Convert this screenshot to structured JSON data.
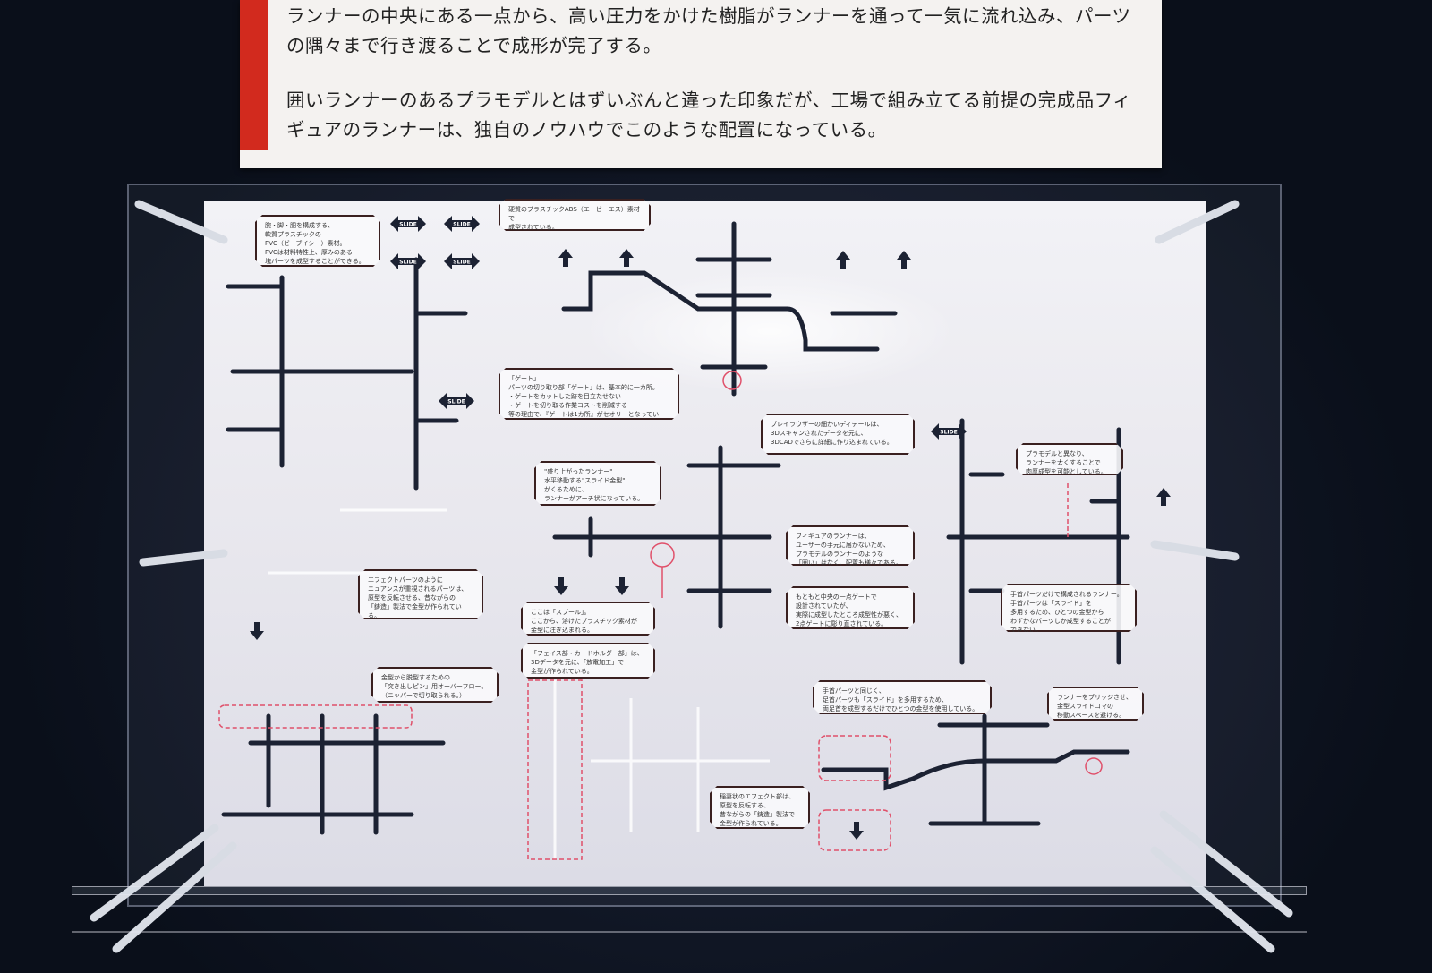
{
  "placard": {
    "paragraph_1": "ランナーの中央にある一点から、高い圧力をかけた樹脂がランナーを通って一気に流れ込み、パーツの隅々まで行き渡ることで成形が完了する。",
    "paragraph_2": "囲いランナーのあるプラモデルとはずいぶんと違った印象だが、工場で組み立てる前提の完成品フィギュアのランナーは、独自のノウハウでこのような配置になっている。",
    "accent_color": "#d22a1e"
  },
  "callouts": {
    "pvc": "腕・脚・胴を構成する、\n軟質プラスチックの\nPVC（ビーブイシー）素材。\nPVCは材料特性上、厚みのある\n塊パーツを成型することができる。",
    "abs": "硬質のプラスチックABS（エービーエス）素材で\n成型されている。",
    "gate": "「ゲート」\nパーツの切り取り部「ゲート」は、基本的に一カ所。\n・ゲートをカットした跡を目立たせない\n・ゲートを切り取る作業コストを削減する\n等の理由で、『ゲートは1カ所』がセオリーとなっている。",
    "playlauser": "プレイラウザーの細かいディテールは、\n3Dスキャンされたデータを元に、\n3DCADでさらに詳細に作り込まれている。",
    "raised_runner": "\"盛り上がったランナー\"\n水平移動する\"スライド金型\"\nがくるために、\nランナーがアーチ状になっている。",
    "figure_runner": "フィギュアのランナーは、\nユーザーの手元に届かないため、\nプラモデルのランナーのような\n「囲い」はなく、配置も様々である。",
    "two_gates": "もともと中央の一点ゲートで\n設計されていたが、\n実際に成型したところ成型性が悪く、\n2点ゲートに彫り直されている。",
    "spool": "ここは「スプール」。\nここから、溶けたプラスチック素材が\n金型に注ぎ込まれる。",
    "face": "「フェイス部・カードホルダー部」は、\n3Dデータを元に、「放電加工」で\n金型が作られている。",
    "effect": "エフェクトパーツのように\nニュアンスが重視されるパーツは、\n原型を反転させる、昔ながらの\n「鋳造」製法で金型が作られている。",
    "ejector": "金型から脱型するための\n「突き出しピン」用オーバーフロー。\n（ニッパーで切り取られる。）",
    "feet": "手首パーツと同じく、\n足首パーツも「スライド」を多用するため、\n両足首を成型するだけでひとつの金型を使用している。",
    "bridge": "ランナーをブリッジさせ、\n金型スライドコマの\n移動スペースを避ける。",
    "thick_runner": "プラモデルと異なり、\nランナーを太くすることで\n肉厚成型を可能としている。",
    "hands": "手首パーツだけで構成されるランナー。\n手首パーツは「スライド」を\n多用するため、ひとつの金型から\nわずかなパーツしか成型することが\nできない。",
    "lightning": "稲妻状のエフェクト部は、\n原型を反転する、\n昔ながらの「鋳造」製法で\n金型が作られている。"
  },
  "arrow_label": "SLIDE",
  "colors": {
    "runner": "#1c2233",
    "guide_red": "#e0506a",
    "callout_border": "#3a2020"
  }
}
